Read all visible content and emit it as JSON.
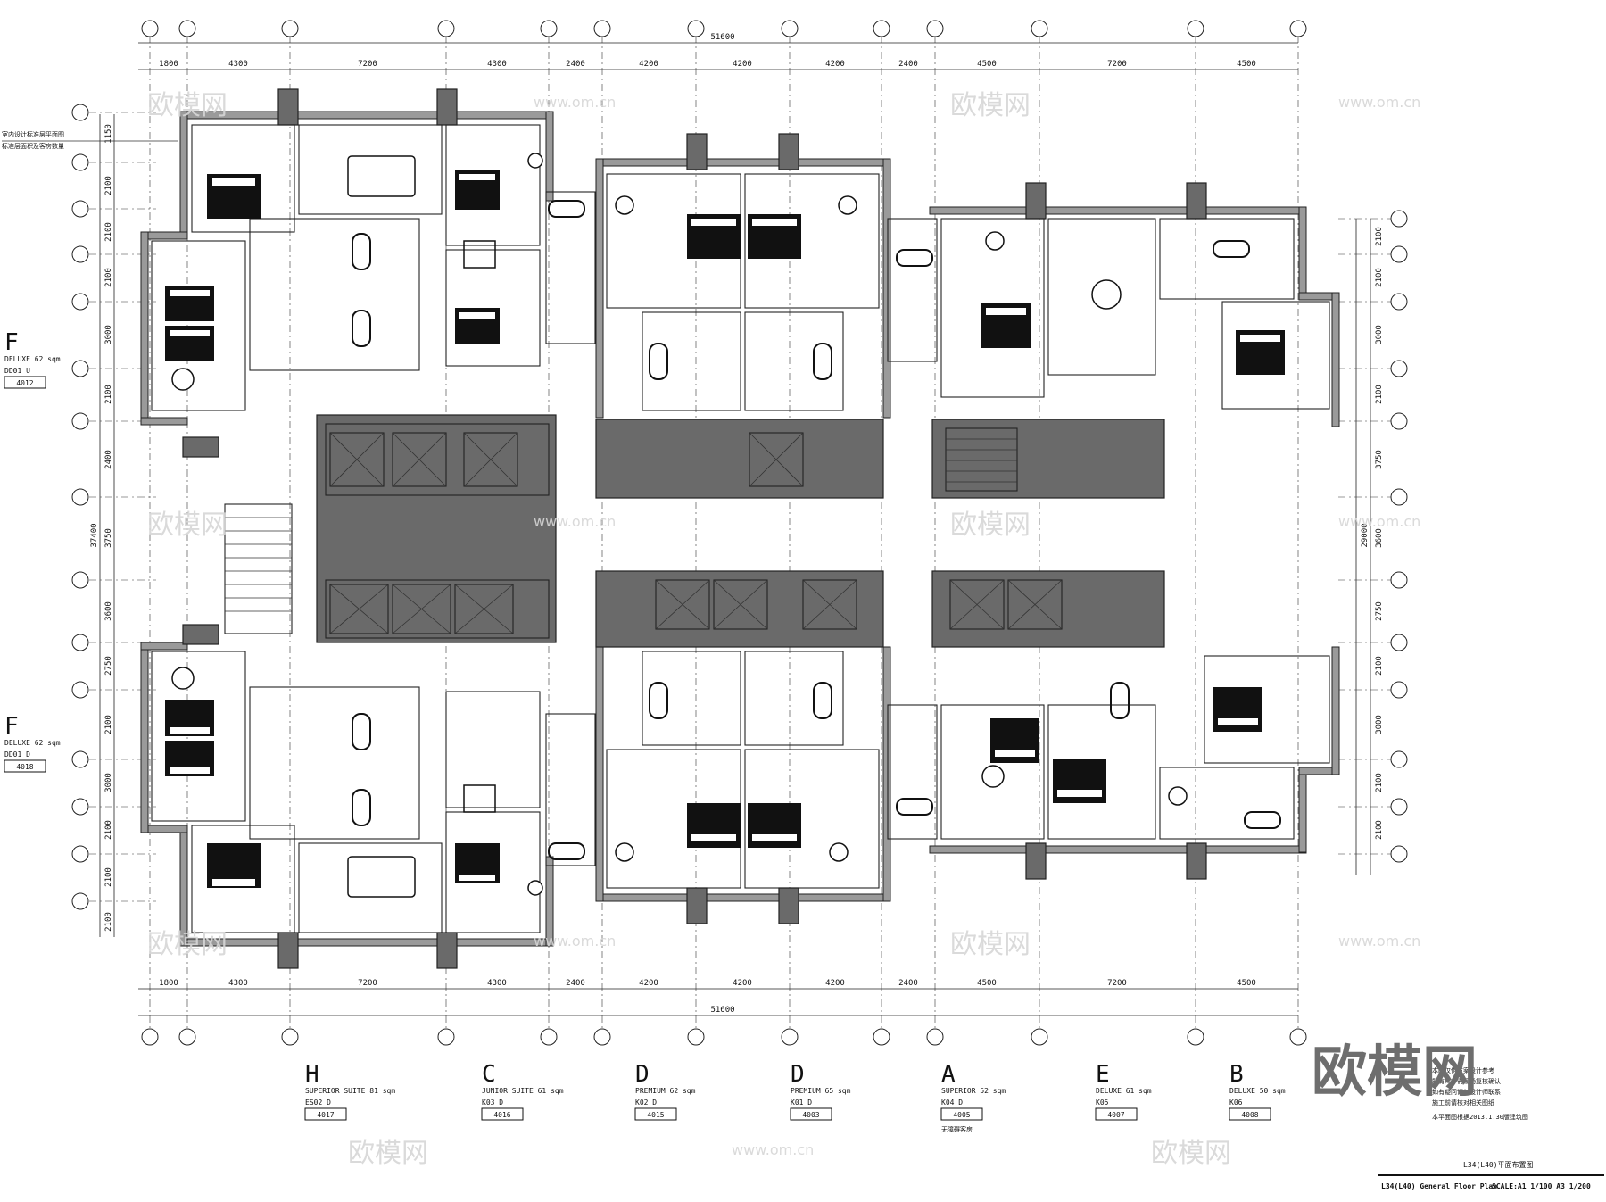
{
  "plan": {
    "top_total_dimension": "51600",
    "bottom_total_dimension": "51600",
    "right_total_dimension": "29000",
    "left_total_dimension": "37400",
    "top_dimensions": [
      "1800",
      "4300",
      "7200",
      "4300",
      "2400",
      "4200",
      "4200",
      "4200",
      "2400",
      "4500",
      "7200",
      "4500"
    ],
    "bottom_dimensions": [
      "1800",
      "4300",
      "7200",
      "4300",
      "2400",
      "4200",
      "4200",
      "4200",
      "2400",
      "4500",
      "7200",
      "4500"
    ],
    "left_dimensions": [
      "1150",
      "2100",
      "2100",
      "2100",
      "3000",
      "2100",
      "2400",
      "3750",
      "3600",
      "2750",
      "2100",
      "3000",
      "2100",
      "2100",
      "2100"
    ],
    "right_dimensions": [
      "2100",
      "2100",
      "3000",
      "2100",
      "3750",
      "3600",
      "2750",
      "2100",
      "3000",
      "2100",
      "2100"
    ],
    "left_annotation_lines": [
      "室内设计标准层平面图",
      "标准层面积及客房数量"
    ],
    "left_rooms": [
      {
        "letter": "F",
        "type": "DELUXE 62 sqm",
        "code": "DD01 U",
        "number": "4012"
      },
      {
        "letter": "F",
        "type": "DELUXE 62 sqm",
        "code": "DD01 D",
        "number": "4018"
      }
    ],
    "bottom_rooms": [
      {
        "letter": "H",
        "type": "SUPERIOR SUITE 81 sqm",
        "code": "ES02 D",
        "number": "4017"
      },
      {
        "letter": "C",
        "type": "JUNIOR SUITE  61 sqm",
        "code": "K03 D",
        "number": "4016"
      },
      {
        "letter": "D",
        "type": "PREMIUM  62 sqm",
        "code": "K02 D",
        "number": "4015"
      },
      {
        "letter": "D",
        "type": "PREMIUM  65 sqm",
        "code": "K01 D",
        "number": "4003"
      },
      {
        "letter": "A",
        "type": "SUPERIOR  52 sqm",
        "code": "K04 D",
        "number": "4005"
      },
      {
        "letter": "E",
        "type": "DELUXE  61 sqm",
        "code": "K05",
        "number": "4007"
      },
      {
        "letter": "B",
        "type": "DELUXE 50 sqm",
        "code": "K06",
        "number": "4008"
      }
    ],
    "room_a_note": "无障碍客房",
    "notes_lines": [
      "本图仅供方案设计参考",
      "所有尺寸需现场复核确认",
      "如有疑问请与设计师联系",
      "施工前请核对相关图纸"
    ],
    "notes_footer": "本平面图根据2013.1.30版建筑图",
    "title_cn": "L34(L40)平面布置图",
    "title_en": "L34(L40) General Floor Plan",
    "scale": "SCALE:A1 1/100 A3 1/200",
    "logo_text": "欧模网",
    "watermark_cn": "欧模网",
    "watermark_url": "www.om.cn"
  }
}
